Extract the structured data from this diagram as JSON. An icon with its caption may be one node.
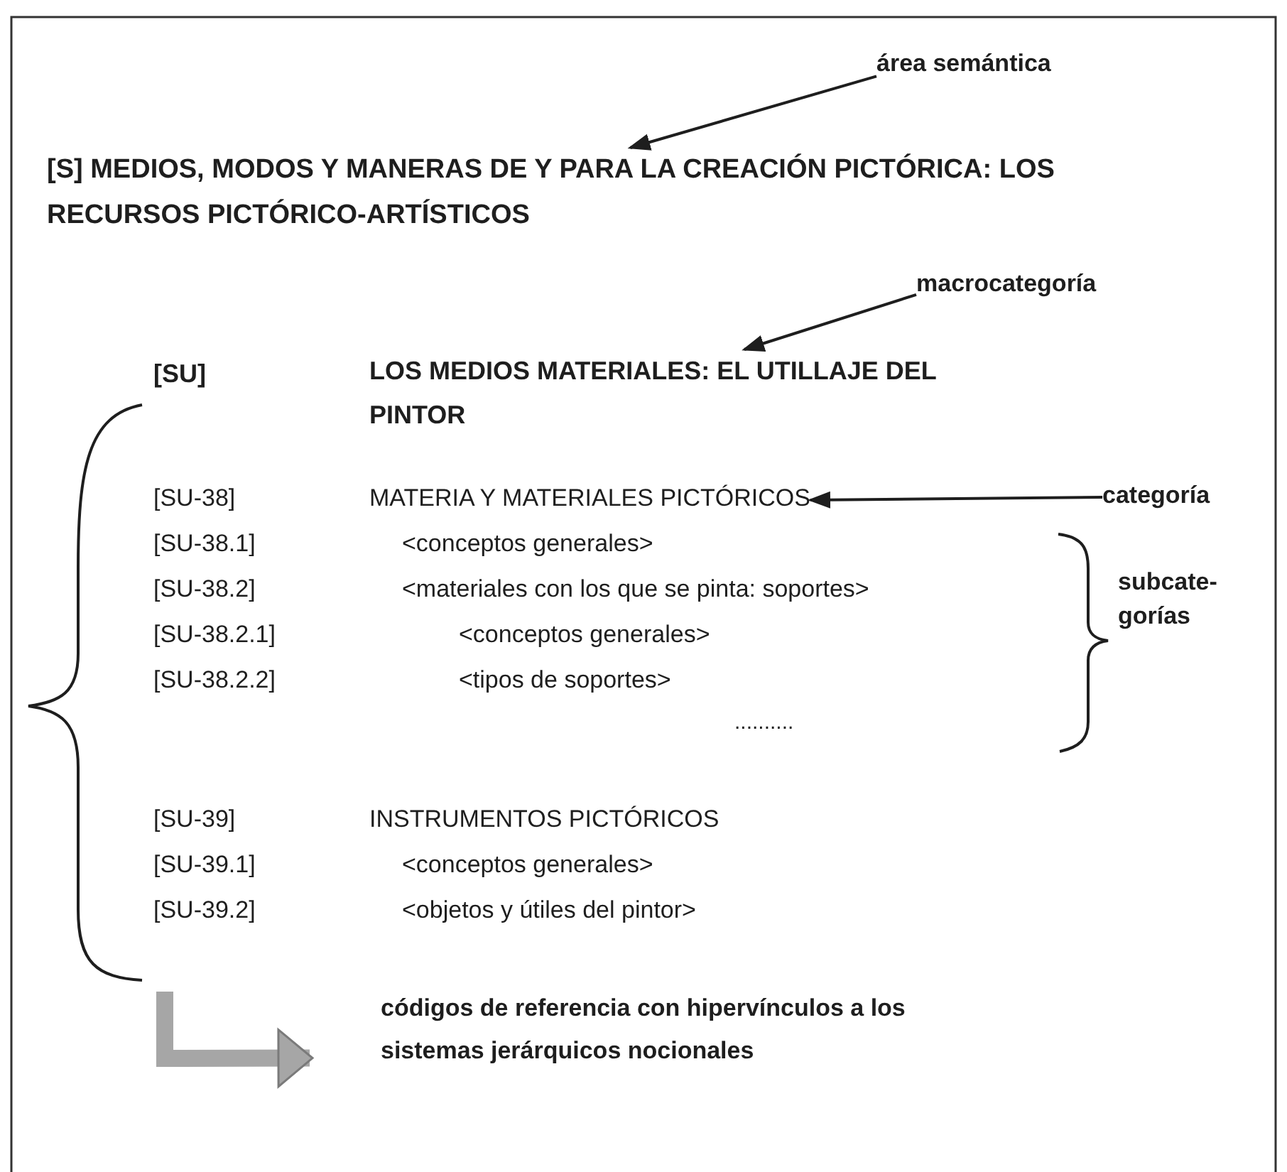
{
  "diagram": {
    "nodes": [
      {
        "text": [
          "área semántica"
        ]
      },
      {
        "text": [
          "[S] MEDIOS, MODOS Y MANERAS DE Y PARA LA CREACIÓN PICTÓRICA: LOS RECURSOS PICTÓRICO-ARTÍSTICOS"
        ]
      },
      {
        "text": [
          "macrocategoría"
        ]
      },
      {
        "text": [
          "LOS MEDIOS MATERIALES: EL UTILLAJE DEL PINTOR"
        ]
      },
      {
        "text": [
          "categoría"
        ]
      },
      {
        "text": [
          "MATERIA Y MATERIALES PICTÓRICOS"
        ]
      },
      {
        "text": [
          "códigos de referencia con hipervínculos a los sistemas jerárquicos nocionales"
        ]
      }
    ],
    "edges": [
      {
        "from": 0,
        "to": 1,
        "arrow": "to"
      },
      {
        "from": 2,
        "to": 3,
        "arrow": "to"
      },
      {
        "from": 4,
        "to": 5,
        "arrow": "to"
      },
      {
        "from": null,
        "to": 6,
        "arrow": "to",
        "style": "thick",
        "color": "#a6a6a6"
      }
    ],
    "labels": [
      "[SU]",
      "[SU-38]",
      "[SU-38.1]",
      "<conceptos generales>",
      "[SU-38.2]",
      "<materiales con los que se pinta: soportes>",
      "subcate- gorías",
      "[SU-38.2.1]",
      "<conceptos generales>",
      "[SU-38.2.2]",
      "<tipos de soportes>",
      "..........",
      "[SU-39]",
      "INSTRUMENTOS PICTÓRICOS",
      "[SU-39.1]",
      "<conceptos generales>",
      "[SU-39.2]",
      "<objetos y útiles del pintor>"
    ]
  }
}
